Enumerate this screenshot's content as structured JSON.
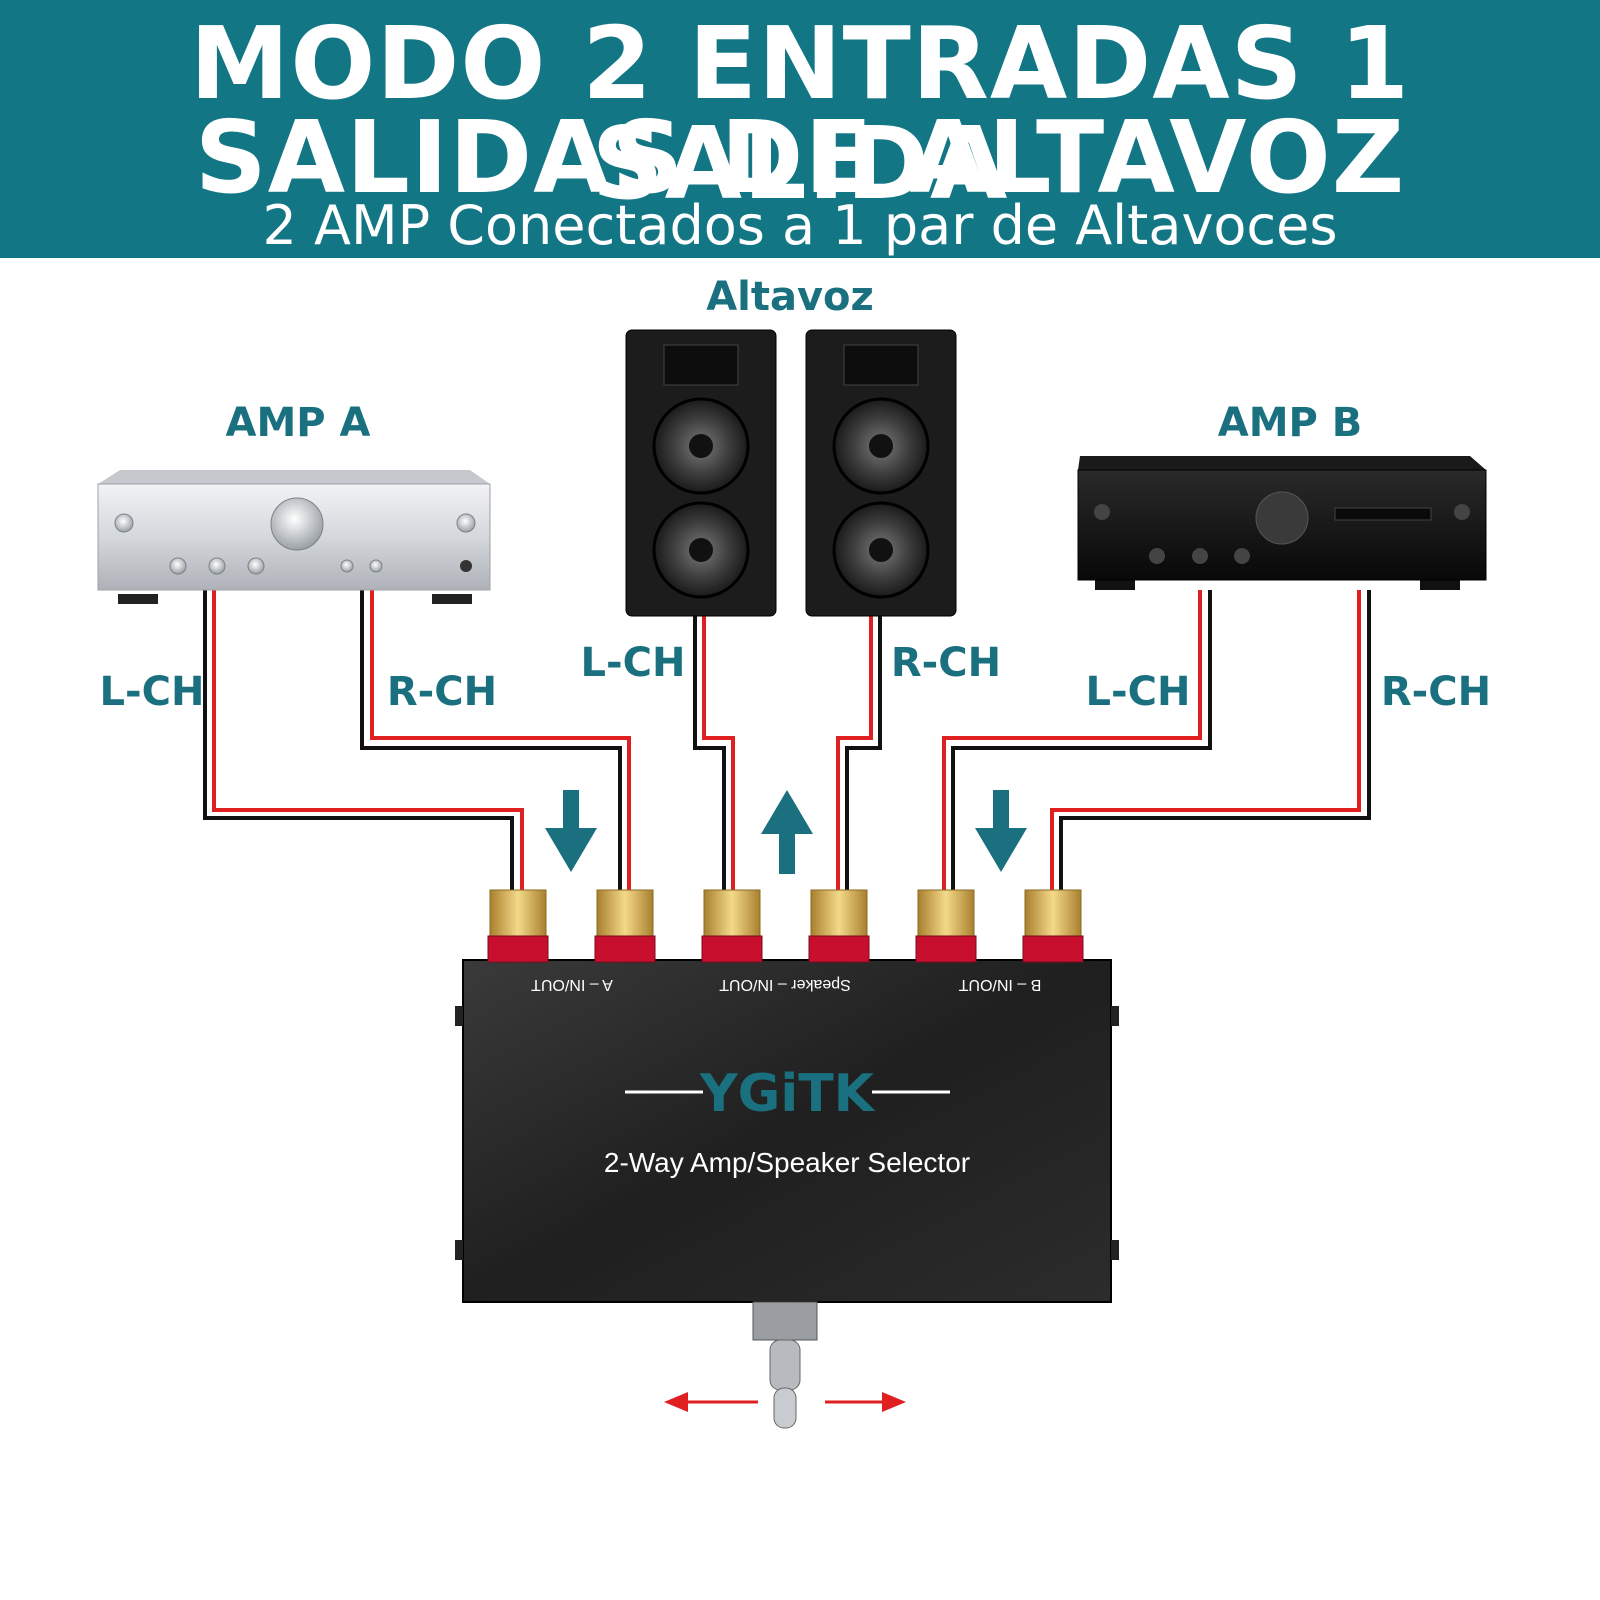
{
  "banner": {
    "title_line1": "MODO 2 ENTRADAS 1 SALIDA",
    "title_line2": "SALIDAS DE ALTAVOZ",
    "subtitle": "2 AMP Conectados a 1 par de Altavoces",
    "color": "#127685"
  },
  "labels": {
    "amp_a": "AMP A",
    "amp_b": "AMP B",
    "speaker": "Altavoz",
    "amp_a_left": "L-CH",
    "amp_a_right": "R-CH",
    "speaker_left": "L-CH",
    "speaker_right": "R-CH",
    "amp_b_left": "L-CH",
    "amp_b_right": "R-CH"
  },
  "selector": {
    "brand": "YGiTK",
    "model": "2-Way Amp/Speaker Selector",
    "port_a": "A – IN/OUT",
    "port_speaker": "Speaker – IN/OUT",
    "port_b": "B – IN/OUT"
  },
  "colors": {
    "accent": "#1b7080",
    "wire_red": "#e02020",
    "wire_black": "#111111",
    "arrow_red": "#e02020",
    "terminal_red": "#c8102e",
    "terminal_gold": "#d9b35a"
  },
  "icons": {
    "amp_a": "silver-amplifier-icon",
    "amp_b": "black-amplifier-icon",
    "speakers": "tower-speaker-icon",
    "selector": "selector-box-icon",
    "toggle": "toggle-switch-icon"
  }
}
